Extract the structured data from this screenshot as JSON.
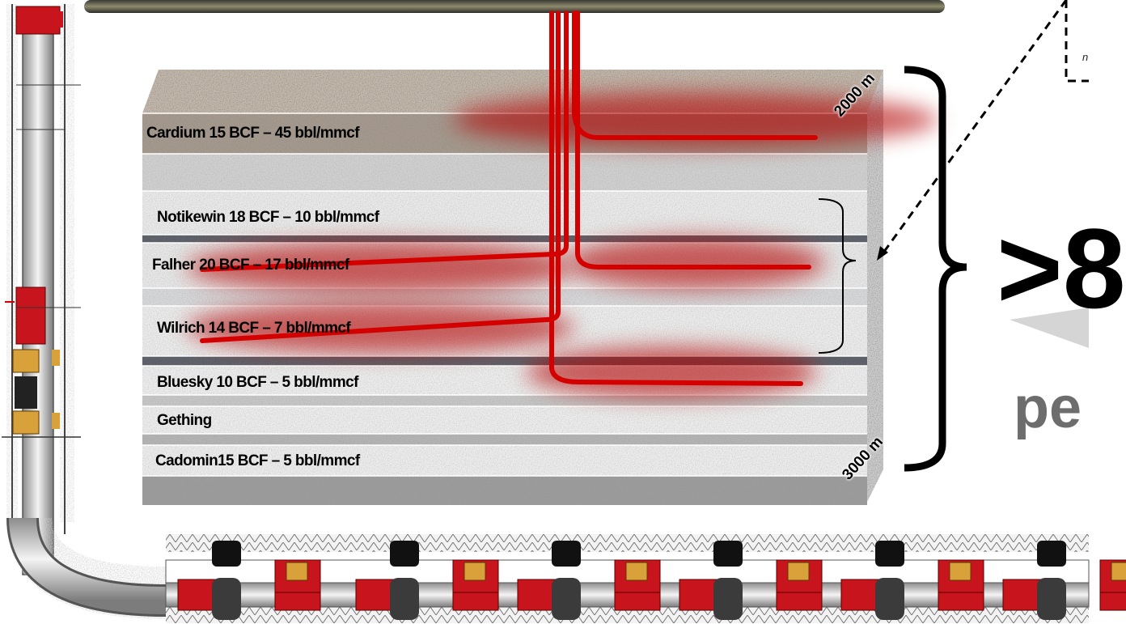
{
  "layers": [
    {
      "label": "Cardium 15 BCF – 45 bbl/mmcf"
    },
    {
      "label": "Notikewin 18 BCF – 10 bbl/mmcf"
    },
    {
      "label": "Falher 20 BCF – 17 bbl/mmcf"
    },
    {
      "label": "Wilrich 14 BCF – 7 bbl/mmcf"
    },
    {
      "label": "Bluesky 10 BCF – 5 bbl/mmcf"
    },
    {
      "label": "Gething"
    },
    {
      "label": "Cadomin15 BCF – 5 bbl/mmcf"
    }
  ],
  "depths": {
    "top": "2000 m",
    "bottom": "3000 m"
  },
  "callout": {
    "big_text": ">8",
    "sub_text": "pe",
    "corner_text": "n"
  },
  "colors": {
    "wellbore": "#d40000",
    "glow": "#b30000",
    "casing_red": "#c8141c",
    "packer_gold": "#d9a13a",
    "rock_light": "#e9e9e9",
    "rock_sand": "#a89a8c"
  }
}
